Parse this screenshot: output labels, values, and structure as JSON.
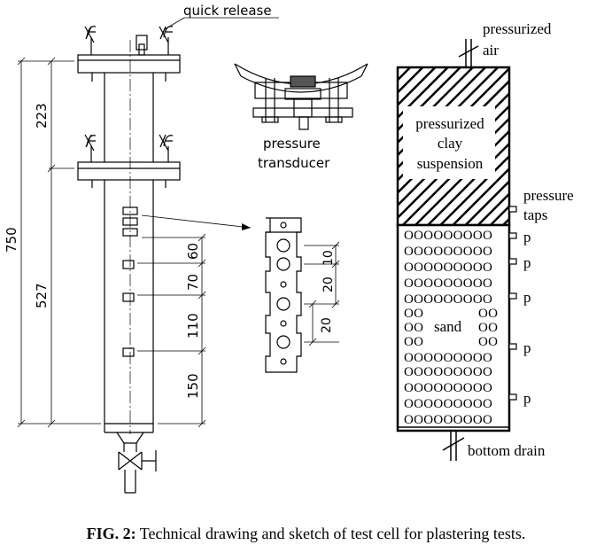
{
  "caption": {
    "label": "FIG. 2:",
    "text": "Technical drawing and sketch of test cell for plastering tests."
  },
  "drawing": {
    "quick_release_label": "quick release",
    "pressure_transducer_line1": "pressure",
    "pressure_transducer_line2": "transducer",
    "dim_total": "750",
    "dim_top": "223",
    "dim_lower": "527",
    "dim_tap_spacing": [
      "60",
      "70",
      "110",
      "150"
    ],
    "dim_detail": [
      "10",
      "20",
      "20"
    ]
  },
  "sketch": {
    "pressurized_air_line1": "pressurized",
    "pressurized_air_line2": "air",
    "chamber_line1": "pressurized",
    "chamber_line2": "clay",
    "chamber_line3": "suspension",
    "pressure_taps_line1": "pressure",
    "pressure_taps_line2": "taps",
    "tap_symbol": "p",
    "sand_pattern": "OOOOOOOOO",
    "sand_side": "OO",
    "sand_label": "sand",
    "bottom_drain_label": "bottom drain"
  }
}
